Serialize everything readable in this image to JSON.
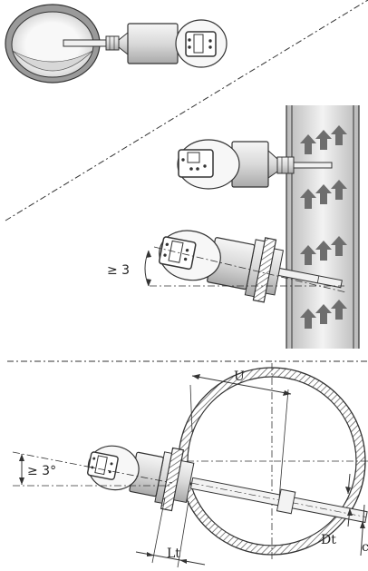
{
  "labels": {
    "tilt_angle_top": "≥ 3",
    "tilt_angle_bottom": "≥ 3°",
    "dim_u": "U",
    "dim_lt": "Lt",
    "dim_dt": "Dt",
    "dim_d_partial": "c"
  },
  "colors": {
    "line": "#333333",
    "pipe_fill": "#e8e8e8",
    "pipe_gradient_light": "#f2f2f2",
    "arrow_gray": "#707070",
    "sensor_fill": "#dcdcdc",
    "hatch": "#555555"
  },
  "icons": [
    "flow-arrow-icon",
    "sensor-display-icon"
  ]
}
